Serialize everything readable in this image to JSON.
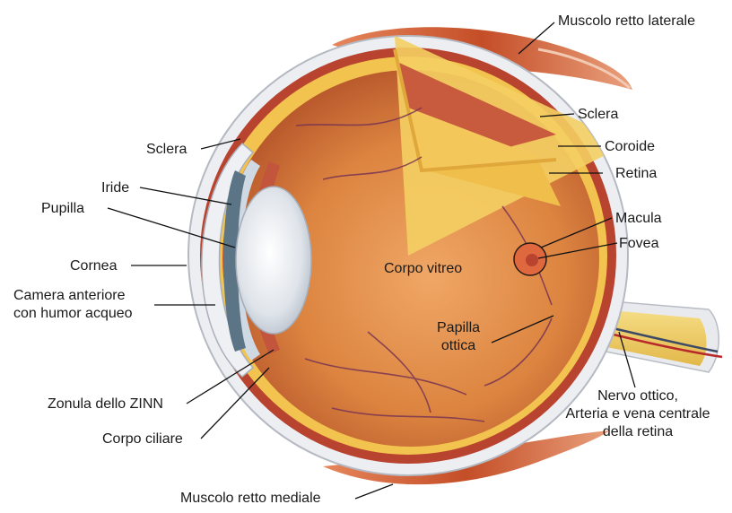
{
  "labels": {
    "muscolo_retto_laterale": "Muscolo retto laterale",
    "sclera_right": "Sclera",
    "coroide": "Coroide",
    "retina": "Retina",
    "macula": "Macula",
    "fovea": "Fovea",
    "sclera_left": "Sclera",
    "iride": "Iride",
    "pupilla": "Pupilla",
    "cornea": "Cornea",
    "camera_anteriore": "Camera anteriore\ncon humor acqueo",
    "corpo_vitreo": "Corpo vitreo",
    "papilla_ottica": "Papilla\nottica",
    "zonula": "Zonula dello ZINN",
    "corpo_ciliare": "Corpo ciliare",
    "nervo_ottico": "Nervo ottico,\nArteria e vena centrale\ndella retina",
    "muscolo_retto_mediale": "Muscolo retto mediale"
  },
  "colors": {
    "sclera": "#eceef2",
    "retina": "#f2c34e",
    "choroid": "#b8432f",
    "vitreous": "#d9843f",
    "lens": "#dfe4ea",
    "iris": "#5b7486",
    "muscle": "#c9572e",
    "nerve": "#f0d26a",
    "leader": "#111111"
  }
}
